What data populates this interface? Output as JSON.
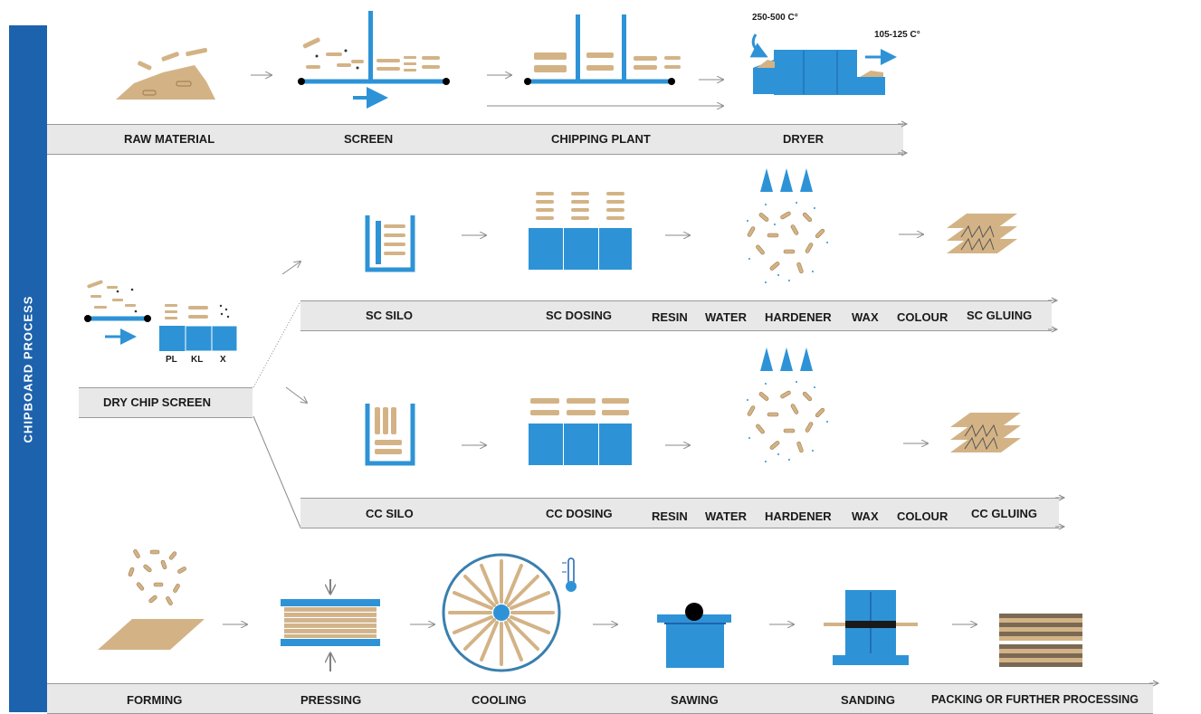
{
  "title": "CHIPBOARD PROCESS",
  "stages": {
    "raw_material": "RAW MATERIAL",
    "screen": "SCREEN",
    "chipping_plant": "CHIPPING PLANT",
    "dryer": "DRYER",
    "dry_chip_screen": "DRY CHIP SCREEN",
    "sc_silo": "SC SILO",
    "sc_dosing": "SC DOSING",
    "sc_gluing": "SC GLUING",
    "cc_silo": "CC SILO",
    "cc_dosing": "CC DOSING",
    "cc_gluing": "CC GLUING",
    "forming": "FORMING",
    "pressing": "PRESSING",
    "cooling": "COOLING",
    "sawing": "SAWING",
    "sanding": "SANDING",
    "packing": "PACKING OR FURTHER PROCESSING"
  },
  "gluing_additives": [
    "RESIN",
    "WATER",
    "HARDENER",
    "WAX",
    "COLOUR"
  ],
  "dryer_temps": {
    "inlet": "250-500 C°",
    "outlet": "105-125 C°"
  },
  "fractions": [
    "PL",
    "KL",
    "X"
  ],
  "colors": {
    "accent": "#1d62ad",
    "blue": "#2e93d6",
    "wood": "#d3b386",
    "strip": "#e8e8e8"
  }
}
